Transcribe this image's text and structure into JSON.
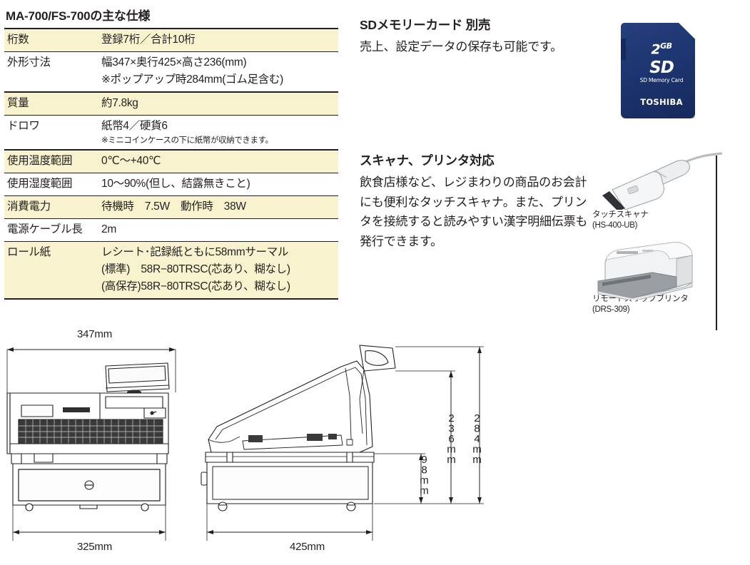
{
  "spec": {
    "title": "MA-700/FS-700の主な仕様",
    "rows": [
      {
        "key": "桁数",
        "values": [
          "登録7桁／合計10桁"
        ],
        "note": "",
        "band": "a",
        "thick_sep": false
      },
      {
        "key": "外形寸法",
        "values": [
          "幅347×奥行425×高さ236(mm)",
          "※ポップアップ時284mm(ゴム足含む)"
        ],
        "note": "",
        "band": "b",
        "thick_sep": true
      },
      {
        "key": "質量",
        "values": [
          "約7.8kg"
        ],
        "note": "",
        "band": "a",
        "thick_sep": false
      },
      {
        "key": "ドロワ",
        "values": [
          "紙幣4／硬貨6"
        ],
        "note": "※ミニコインケースの下に紙幣が収納できます。",
        "band": "b",
        "thick_sep": true
      },
      {
        "key": "使用温度範囲",
        "values": [
          "0℃〜+40℃"
        ],
        "note": "",
        "band": "a",
        "thick_sep": false
      },
      {
        "key": "使用湿度範囲",
        "values": [
          "10〜90%(但し、結露無きこと)"
        ],
        "note": "",
        "band": "b",
        "thick_sep": false
      },
      {
        "key": "消費電力",
        "values": [
          "待機時　7.5W　動作時　38W"
        ],
        "note": "",
        "band": "a",
        "thick_sep": false
      },
      {
        "key": "電源ケーブル長",
        "values": [
          "2m"
        ],
        "note": "",
        "band": "b",
        "thick_sep": false
      },
      {
        "key": "ロール紙",
        "values": [
          "レシート･記録紙ともに58mmサーマル",
          "(標準)　58R−80TRSC(芯あり、糊なし)",
          "(高保存)58R−80TRSC(芯あり、糊なし)"
        ],
        "note": "",
        "band": "a",
        "thick_sep": false
      }
    ]
  },
  "features": {
    "sd": {
      "heading": "SDメモリーカード 別売",
      "body": "売上、設定データの保存も可能です。",
      "card": {
        "capacity_number": "2",
        "capacity_unit": "GB",
        "logo": "SD",
        "subtitle": "SD Memory Card",
        "brand": "TOSHIBA",
        "color": "#1d3570"
      }
    },
    "scanner": {
      "heading": "スキャナ、プリンタ対応",
      "body": "飲食店様など、レジまわりの商品のお会計にも便利なタッチスキャナ。また、プリンタを接続すると読みやすい漢字明細伝票も発行できます。",
      "devices": [
        {
          "name": "タッチスキャナ",
          "model": "(HS-400-UB)"
        },
        {
          "name": "リモートスリップブリンタ",
          "model": "(DRS-309)"
        }
      ]
    }
  },
  "drawings": {
    "front_view": {
      "top_dimension": "347mm",
      "bottom_dimension": "325mm"
    },
    "side_view": {
      "bottom_dimension": "425mm",
      "height_base": "98mm",
      "height_normal": "236mm",
      "height_popup": "284mm"
    }
  }
}
